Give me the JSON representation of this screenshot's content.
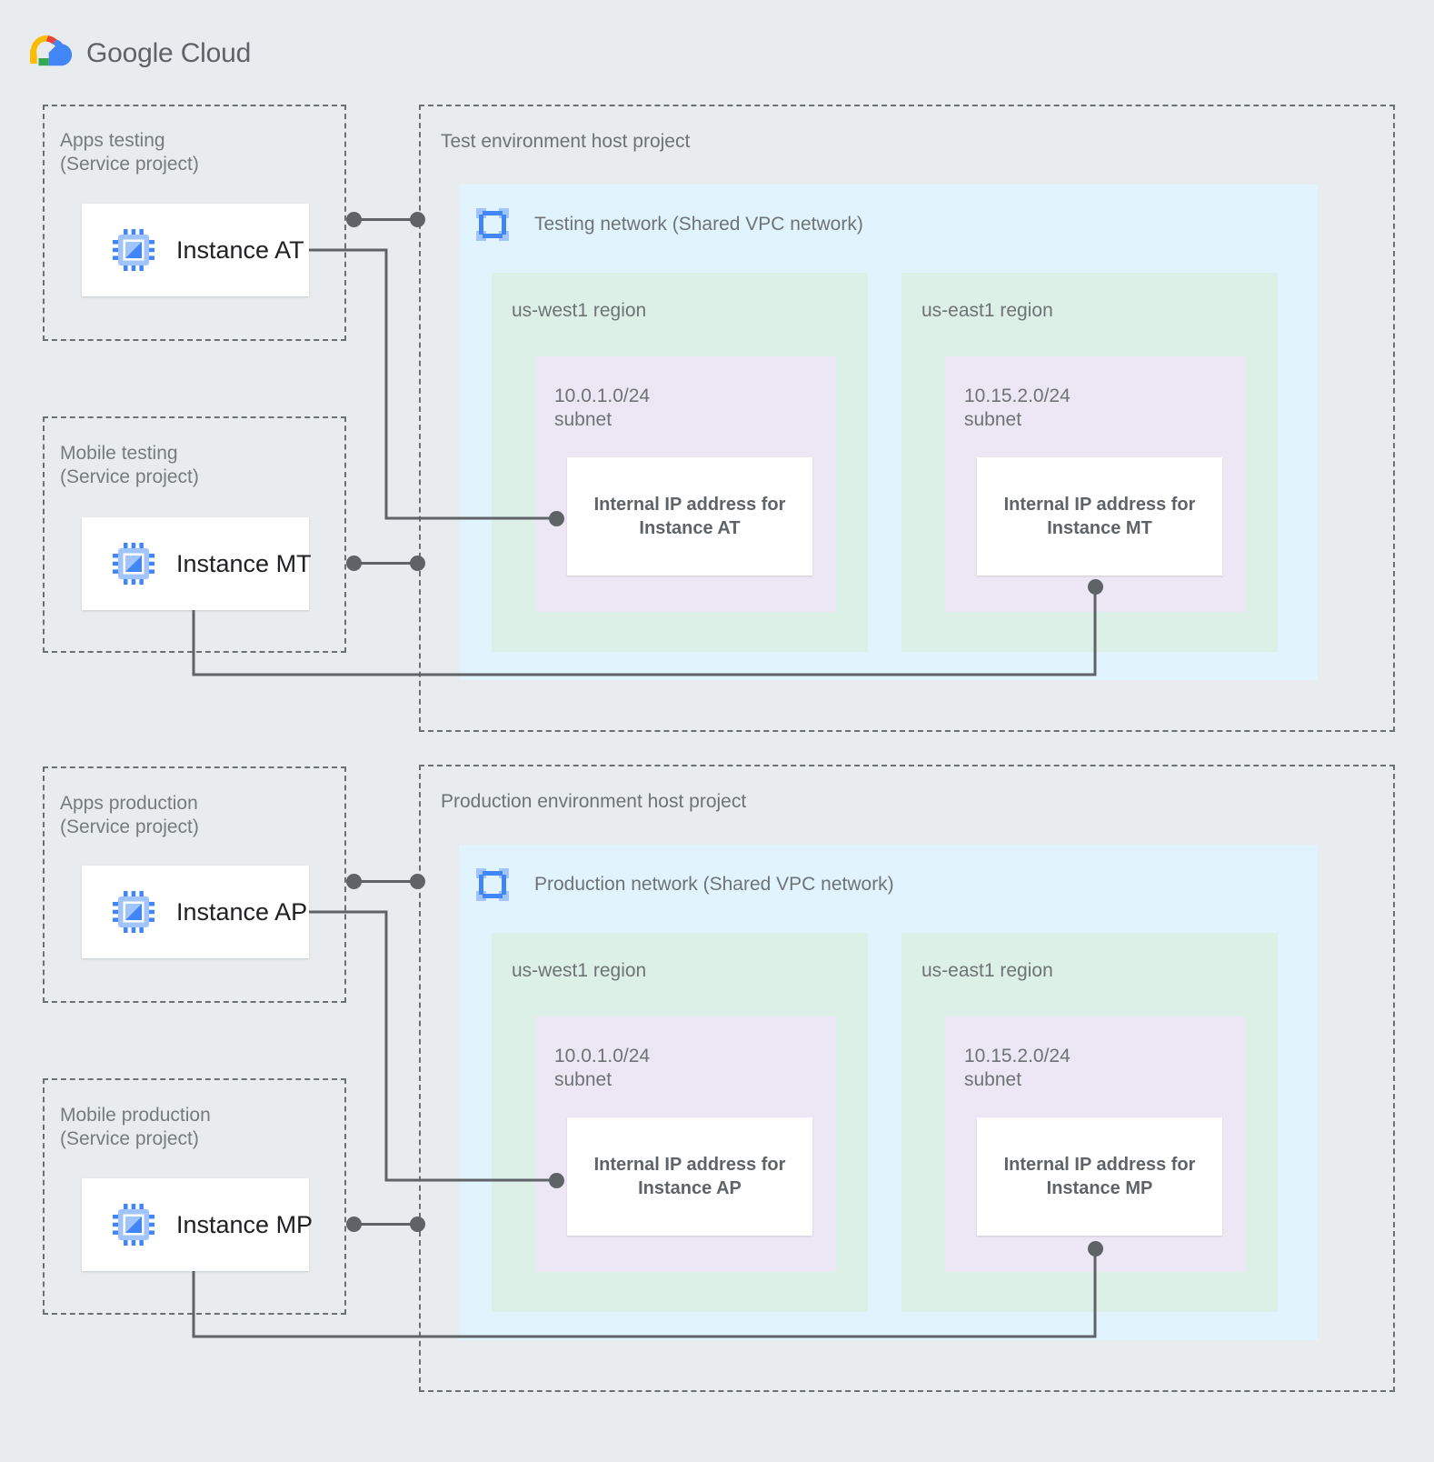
{
  "logo": {
    "text_google": "Google",
    "text_cloud": "Cloud",
    "name": "google-cloud-logo"
  },
  "service_projects": [
    {
      "id": "apps-testing",
      "label": "Apps testing\n(Service project)",
      "instance": "Instance AT",
      "icon": "vm-instance-icon"
    },
    {
      "id": "mobile-testing",
      "label": "Mobile testing\n(Service project)",
      "instance": "Instance MT",
      "icon": "vm-instance-icon"
    },
    {
      "id": "apps-production",
      "label": "Apps production\n(Service project)",
      "instance": "Instance AP",
      "icon": "vm-instance-icon"
    },
    {
      "id": "mobile-production",
      "label": "Mobile production\n(Service project)",
      "instance": "Instance MP",
      "icon": "vm-instance-icon"
    }
  ],
  "host_projects": [
    {
      "id": "test-env",
      "title": "Test environment host project",
      "network": {
        "title": "Testing network (Shared VPC network)",
        "icon": "vpc-network-icon"
      },
      "regions": [
        {
          "name": "us-west1 region",
          "subnet": {
            "cidr": "10.0.1.0/24\nsubnet",
            "ip_label": "Internal IP address for\nInstance AT"
          }
        },
        {
          "name": "us-east1 region",
          "subnet": {
            "cidr": "10.15.2.0/24\nsubnet",
            "ip_label": "Internal IP address for\nInstance MT"
          }
        }
      ]
    },
    {
      "id": "prod-env",
      "title": "Production environment host project",
      "network": {
        "title": "Production network (Shared VPC network)",
        "icon": "vpc-network-icon"
      },
      "regions": [
        {
          "name": "us-west1 region",
          "subnet": {
            "cidr": "10.0.1.0/24\nsubnet",
            "ip_label": "Internal IP address for\nInstance AP"
          }
        },
        {
          "name": "us-east1 region",
          "subnet": {
            "cidr": "10.15.2.0/24\nsubnet",
            "ip_label": "Internal IP address for\nInstance MP"
          }
        }
      ]
    }
  ],
  "colors": {
    "canvas": "#e8ecee",
    "network_blue": "#e1f4fd",
    "region_green": "#ddf0e7",
    "subnet_purple": "#ece7f4",
    "connector_gray": "#5f6368",
    "dashed_gray": "#6b7073",
    "text_gray": "#6e7376",
    "icon_blue_dark": "#4285f4",
    "icon_blue_light": "#a0c4fb"
  }
}
